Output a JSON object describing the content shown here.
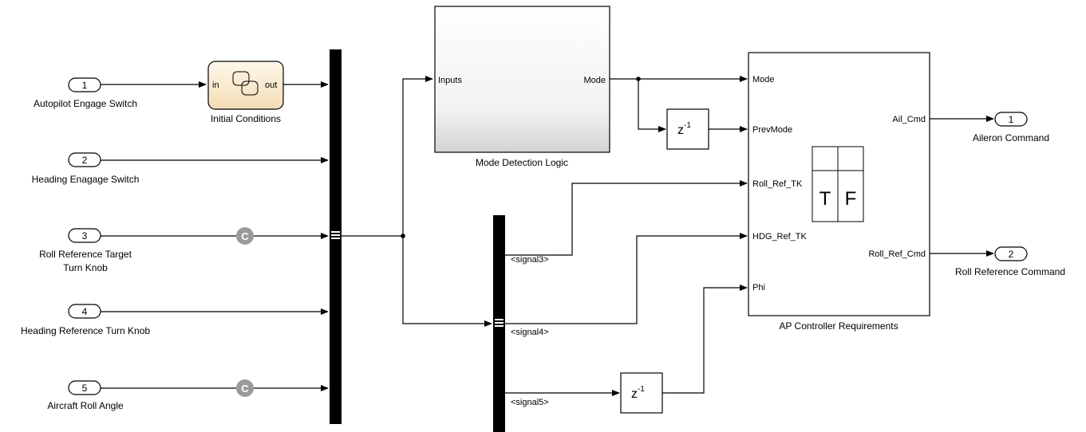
{
  "inports": [
    {
      "num": "1",
      "label": "Autopilot Engage Switch"
    },
    {
      "num": "2",
      "label": "Heading Enagage Switch"
    },
    {
      "num": "3",
      "label_line1": "Roll Reference Target",
      "label_line2": "Turn Knob"
    },
    {
      "num": "4",
      "label": "Heading Reference Turn Knob"
    },
    {
      "num": "5",
      "label": "Aircraft Roll Angle"
    }
  ],
  "outports": [
    {
      "num": "1",
      "label": "Aileron Command"
    },
    {
      "num": "2",
      "label": "Roll Reference Command"
    }
  ],
  "initial_conditions": {
    "name": "Initial Conditions",
    "in_port": "in",
    "out_port": "out"
  },
  "mode_detection": {
    "name": "Mode Detection Logic",
    "in_port": "Inputs",
    "out_port": "Mode"
  },
  "ap_controller": {
    "name": "AP Controller Requirements",
    "in_ports": [
      "Mode",
      "PrevMode",
      "Roll_Ref_TK",
      "HDG_Ref_TK",
      "Phi"
    ],
    "out_ports": [
      "Ail_Cmd",
      "Roll_Ref_Cmd"
    ],
    "table_headers": [
      "T",
      "F"
    ]
  },
  "unit_delay": {
    "base": "z",
    "exponent": "-1"
  },
  "goto_tag": "C",
  "bus_signals": [
    "<signal3>",
    "<signal4>",
    "<signal5>"
  ]
}
